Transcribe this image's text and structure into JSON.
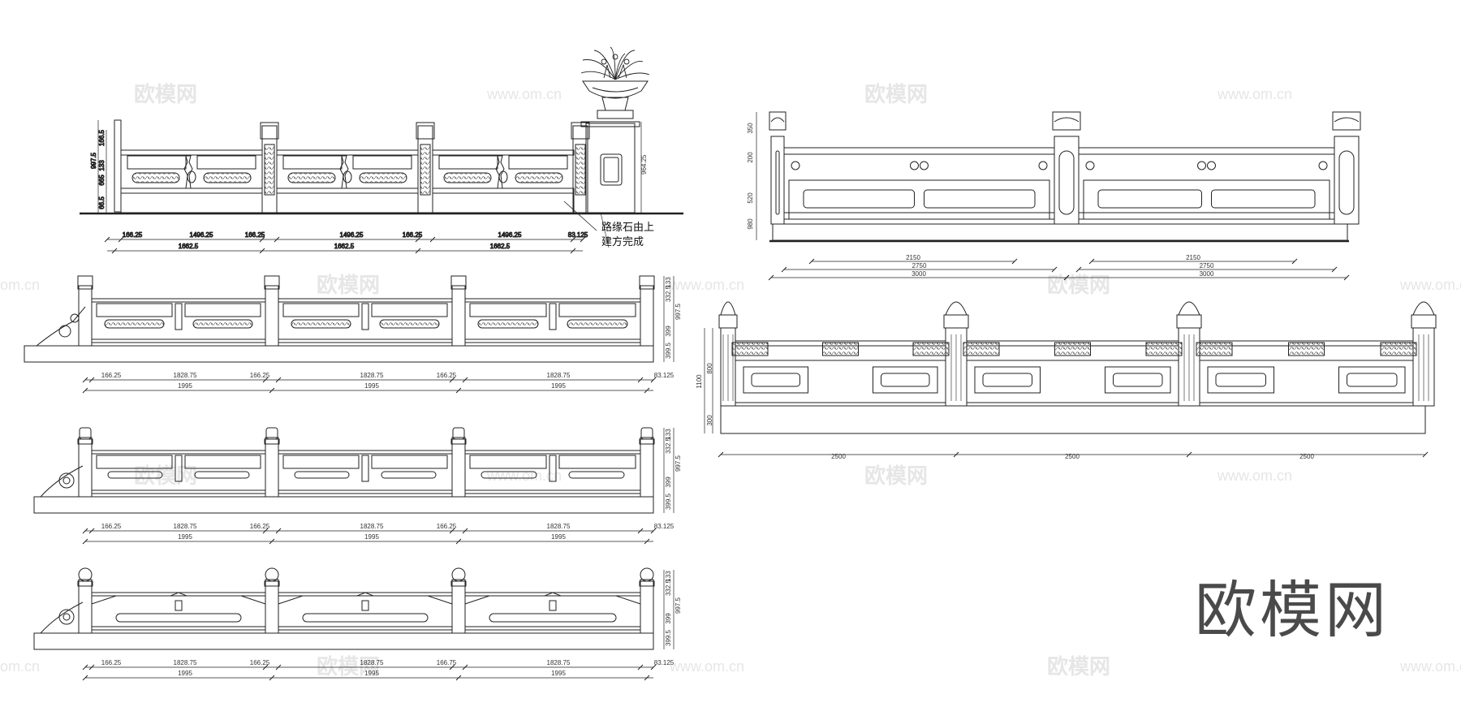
{
  "watermark": {
    "text": "欧模网",
    "url": "www.om.cn",
    "url_partial": "om.cn"
  },
  "logo_text": "欧模网",
  "drawing1": {
    "note_line1": "路缘石由上",
    "note_line2": "建方完成",
    "bottom_row1": [
      "166.25",
      "1496.25",
      "166.25",
      "1496.25",
      "166.25",
      "1496.25",
      "83.125"
    ],
    "bottom_row2": [
      "1662.5",
      "1662.5",
      "1662.5"
    ],
    "left_dims": [
      "997.5",
      "166.5",
      "133",
      "665",
      "66.5"
    ],
    "right_dim": "964.25"
  },
  "drawing2": {
    "bottom_row1": [
      "166.25",
      "1828.75",
      "166.25",
      "1828.75",
      "166.25",
      "1828.75",
      "83.125"
    ],
    "bottom_row2": [
      "1995",
      "1995",
      "1995"
    ],
    "right_dims": [
      "133",
      "332.5",
      "997.5",
      "399",
      "399.5"
    ]
  },
  "drawing3": {
    "bottom_row1": [
      "166.25",
      "1828.75",
      "166.25",
      "1828.75",
      "166.25",
      "1828.75",
      "83.125"
    ],
    "bottom_row2": [
      "1995",
      "1995",
      "1995"
    ],
    "right_dims": [
      "133",
      "332.5",
      "997.5",
      "399",
      "399.5"
    ]
  },
  "drawing4": {
    "bottom_row1": [
      "166.25",
      "1828.75",
      "166.25",
      "1828.75",
      "166.75",
      "1828.75",
      "83.125"
    ],
    "bottom_row2": [
      "1995",
      "1995",
      "1995"
    ],
    "right_dims": [
      "133",
      "332.5",
      "997.5",
      "399",
      "399.5"
    ]
  },
  "drawing5": {
    "left_dims": [
      "350",
      "200",
      "520",
      "980"
    ],
    "bottom_row1": [
      "2150",
      "2150"
    ],
    "bottom_row2": [
      "2750",
      "2750"
    ],
    "bottom_row3": [
      "3000",
      "3000"
    ]
  },
  "drawing6": {
    "left_dims": [
      "800",
      "1100",
      "300"
    ],
    "bottom": [
      "2500",
      "2500",
      "2500"
    ]
  }
}
